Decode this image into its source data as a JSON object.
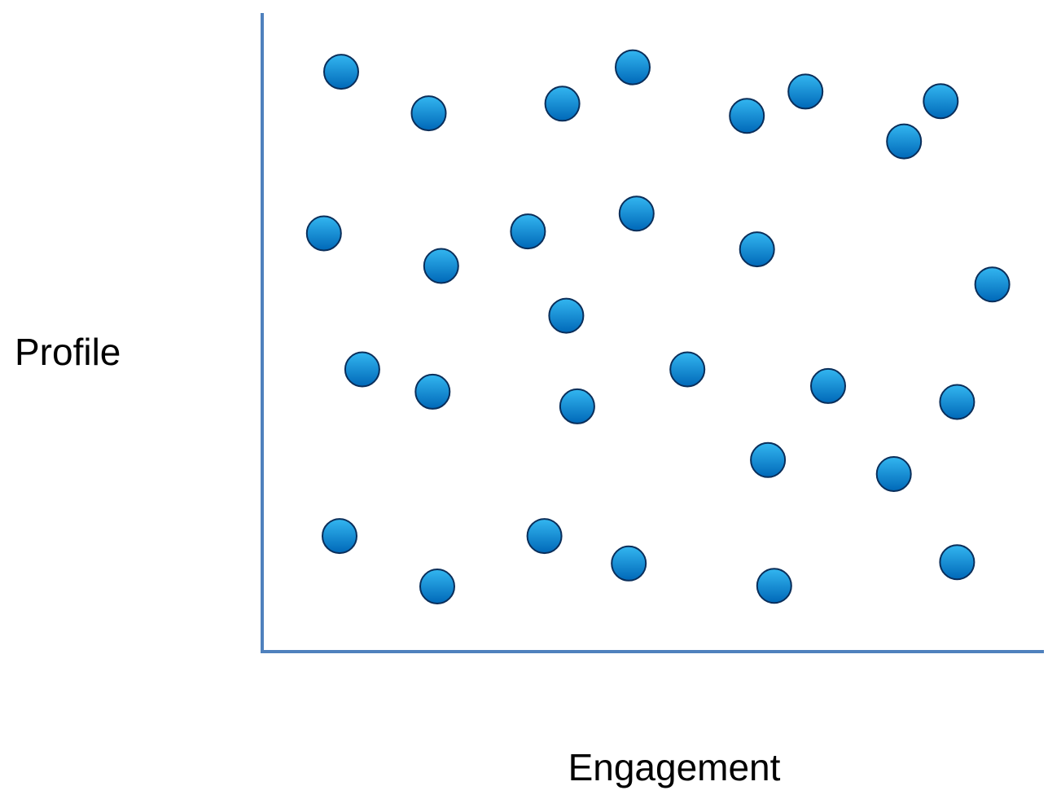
{
  "chart_data": {
    "type": "scatter",
    "title": "",
    "xlabel": "Engagement",
    "ylabel": "Profile",
    "xlim": [
      0,
      100
    ],
    "ylim": [
      0,
      100
    ],
    "grid": false,
    "legend": "none",
    "colors": {
      "axis": "#4f81bd",
      "point_light": "#33b6f0",
      "point_dark": "#0068b8",
      "point_outline": "#0a2e5a"
    },
    "series": [
      {
        "points": [
          {
            "x": 10.1,
            "y": 90.8
          },
          {
            "x": 21.3,
            "y": 84.3
          },
          {
            "x": 38.4,
            "y": 85.8
          },
          {
            "x": 47.4,
            "y": 91.5
          },
          {
            "x": 62.0,
            "y": 83.9
          },
          {
            "x": 69.5,
            "y": 87.7
          },
          {
            "x": 82.1,
            "y": 79.9
          },
          {
            "x": 86.8,
            "y": 86.2
          },
          {
            "x": 7.9,
            "y": 65.5
          },
          {
            "x": 22.9,
            "y": 60.4
          },
          {
            "x": 34.0,
            "y": 65.8
          },
          {
            "x": 47.9,
            "y": 68.6
          },
          {
            "x": 63.3,
            "y": 63.0
          },
          {
            "x": 93.4,
            "y": 57.5
          },
          {
            "x": 38.9,
            "y": 52.6
          },
          {
            "x": 12.8,
            "y": 44.2
          },
          {
            "x": 21.8,
            "y": 40.7
          },
          {
            "x": 40.3,
            "y": 38.4
          },
          {
            "x": 54.4,
            "y": 44.2
          },
          {
            "x": 72.4,
            "y": 41.6
          },
          {
            "x": 88.9,
            "y": 39.1
          },
          {
            "x": 64.7,
            "y": 30.0
          },
          {
            "x": 80.8,
            "y": 27.8
          },
          {
            "x": 9.9,
            "y": 18.1
          },
          {
            "x": 36.1,
            "y": 18.1
          },
          {
            "x": 46.9,
            "y": 13.8
          },
          {
            "x": 22.4,
            "y": 10.2
          },
          {
            "x": 65.5,
            "y": 10.3
          },
          {
            "x": 88.9,
            "y": 14.0
          }
        ]
      }
    ]
  }
}
